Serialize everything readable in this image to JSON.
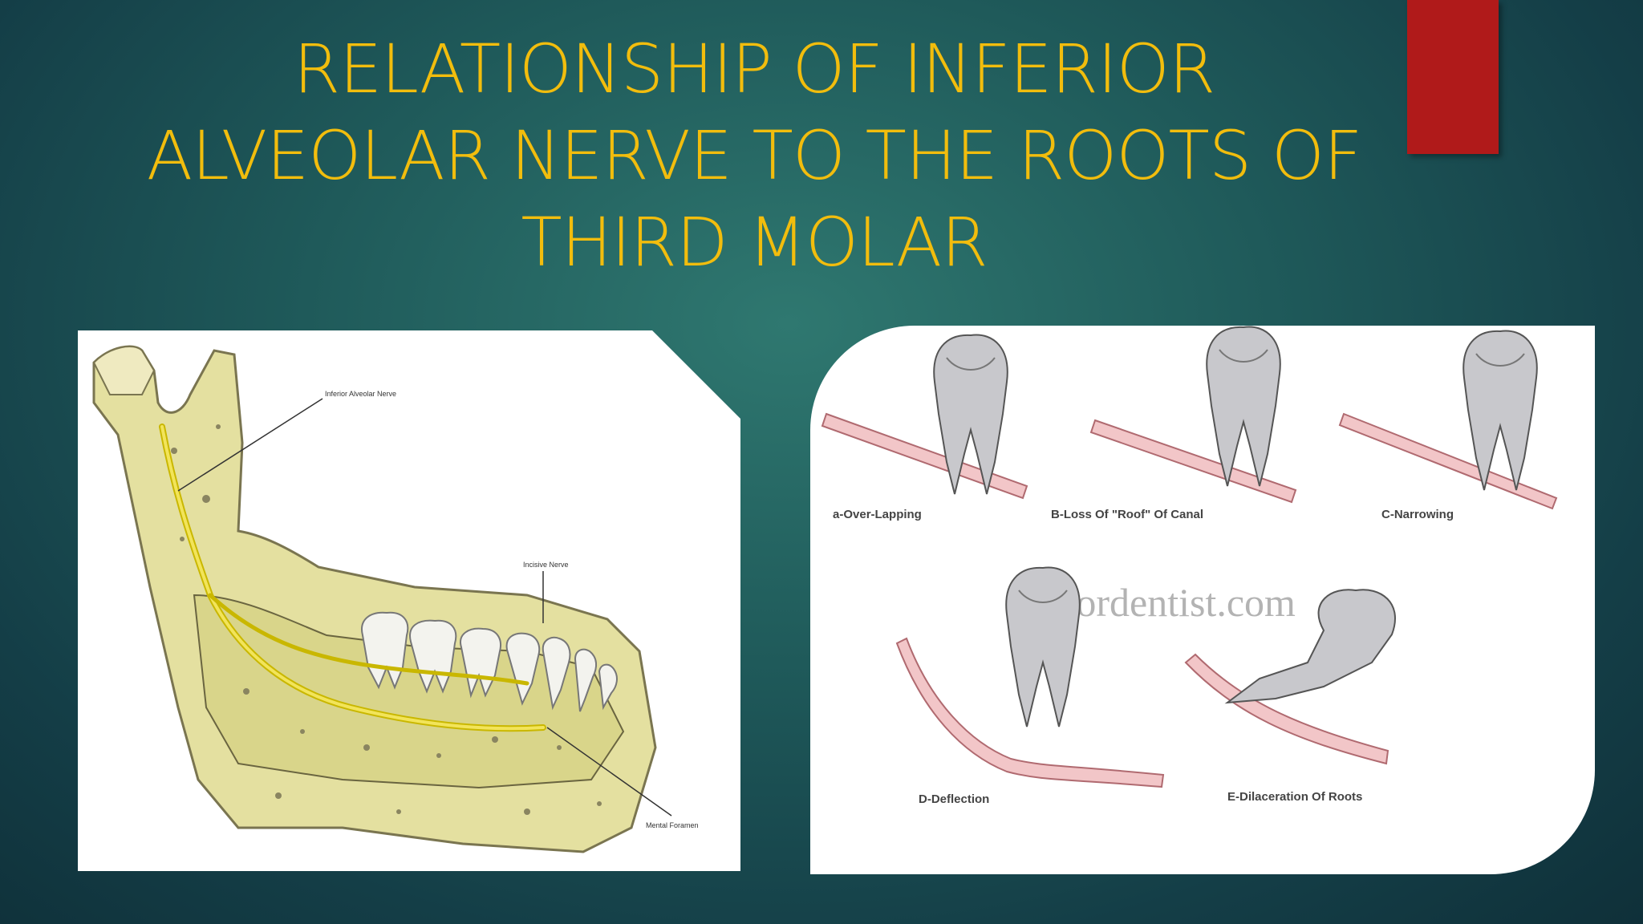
{
  "slide": {
    "title_lines": [
      "RELATIONSHIP OF INFERIOR",
      "ALVEOLAR NERVE TO THE ROOTS OF",
      "THIRD MOLAR"
    ],
    "colors": {
      "title": "#f2bd0d",
      "accent_block": "#b01a1a",
      "background": "#1f5a5a"
    }
  },
  "left_figure": {
    "label_inferior_alveolar_nerve": "Inferior Alveolar Nerve",
    "label_incisive_nerve": "Incisive Nerve",
    "label_mental_foramen": "Mental Foramen"
  },
  "right_figure": {
    "labels": [
      "a-Over-Lapping",
      "B-Loss Of \"Roof\" Of Canal",
      "C-Narrowing",
      "D-Deflection",
      "E-Dilaceration Of Roots"
    ],
    "watermark": "Juniordentist.com"
  }
}
